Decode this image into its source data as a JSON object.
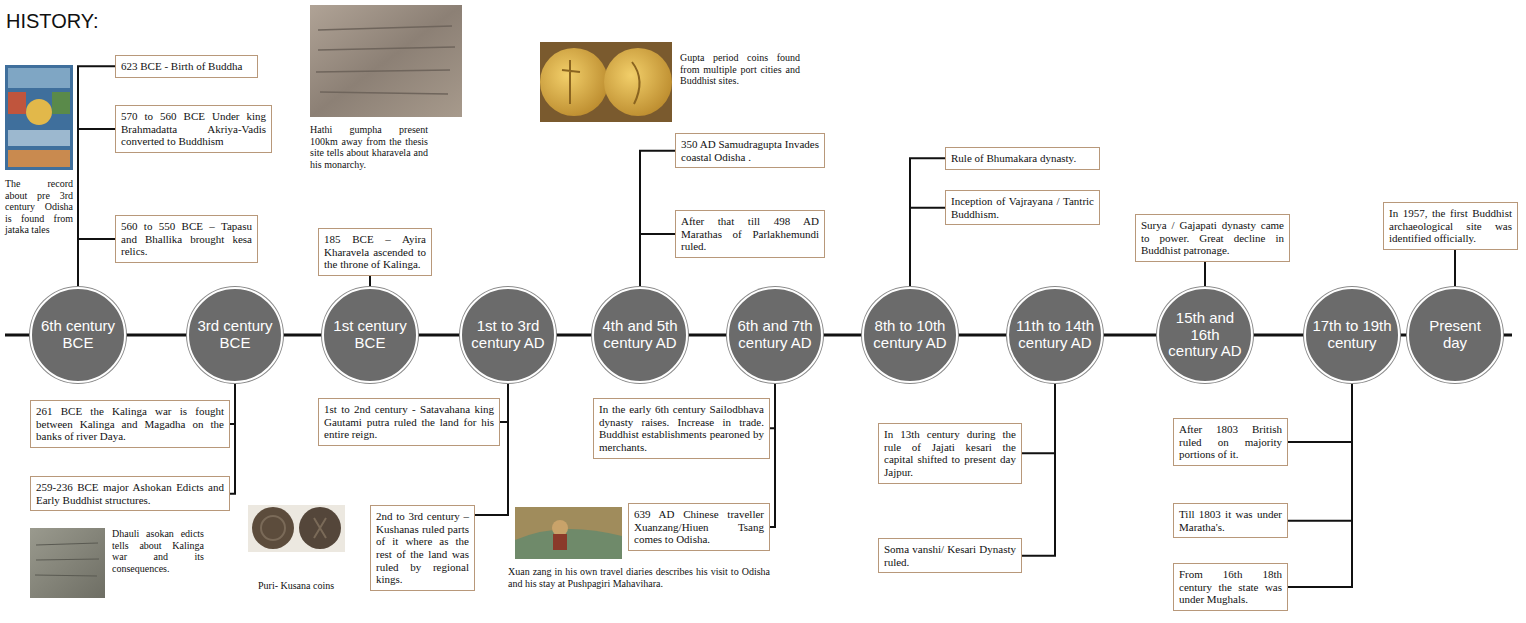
{
  "diagram": {
    "title": "HISTORY:",
    "nodes": [
      {
        "text": [
          "6th century BCE"
        ]
      },
      {
        "text": [
          "3rd century BCE"
        ]
      },
      {
        "text": [
          "1st century BCE"
        ]
      },
      {
        "text": [
          "1st to 3rd century AD"
        ]
      },
      {
        "text": [
          "4th and 5th century AD"
        ]
      },
      {
        "text": [
          "6th and 7th century AD"
        ]
      },
      {
        "text": [
          "8th to 10th century AD"
        ]
      },
      {
        "text": [
          "11th to 14th century AD"
        ]
      },
      {
        "text": [
          "15th and 16th century AD"
        ]
      },
      {
        "text": [
          "17th to 19th century"
        ]
      },
      {
        "text": [
          "Present day"
        ]
      },
      {
        "text": [
          "623 BCE - Birth of Buddha"
        ]
      },
      {
        "text": [
          "570 to 560 BCE Under king Brahmadatta Akriya-Vadis converted to Buddhism"
        ]
      },
      {
        "text": [
          "560 to 550 BCE – Tapasu and Bhallika brought kesa relics."
        ]
      },
      {
        "text": [
          "261 BCE the Kalinga war is fought between Kalinga and Magadha on the banks of river Daya."
        ]
      },
      {
        "text": [
          "259-236 BCE major Ashokan Edicts and Early Buddhist structures."
        ]
      },
      {
        "text": [
          "185 BCE – Ayira Kharavela ascended to the throne of Kalinga."
        ]
      },
      {
        "text": [
          "1st to 2nd century - Satavahana king Gautami putra ruled the land for his entire reign."
        ]
      },
      {
        "text": [
          "2nd to 3rd century – Kushanas ruled parts of it where as the rest of the land was ruled by regional kings."
        ]
      },
      {
        "text": [
          "350 AD Samudragupta Invades coastal Odisha ."
        ]
      },
      {
        "text": [
          "After that till 498 AD Marathas of Parlakhemundi ruled."
        ]
      },
      {
        "text": [
          "In the early 6th century Sailodbhava dynasty raises. Increase in trade. Buddhist establishments pearoned by merchants."
        ]
      },
      {
        "text": [
          "639 AD Chinese traveller Xuanzang/Hiuen Tsang comes to Odisha."
        ]
      },
      {
        "text": [
          "Rule of Bhumakara dynasty."
        ]
      },
      {
        "text": [
          "Inception of Vajrayana / Tantric Buddhism."
        ]
      },
      {
        "text": [
          "In 13th century during the rule of Jajati kesari the capital shifted to present day Jajpur."
        ]
      },
      {
        "text": [
          "Soma vanshi/ Kesari Dynasty ruled."
        ]
      },
      {
        "text": [
          "Surya / Gajapati dynasty came to power. Great decline in Buddhist patronage."
        ]
      },
      {
        "text": [
          "After 1803 British ruled on majority portions of it."
        ]
      },
      {
        "text": [
          "Till 1803 it was under Maratha's."
        ]
      },
      {
        "text": [
          "From 16th 18th century the state was under Mughals."
        ]
      },
      {
        "text": [
          "In 1957, the first Buddhist archaeological site was identified officially."
        ]
      }
    ],
    "edges": [
      {
        "from": 0,
        "to": 11,
        "arrow": "none"
      },
      {
        "from": 0,
        "to": 12,
        "arrow": "none"
      },
      {
        "from": 0,
        "to": 13,
        "arrow": "none"
      },
      {
        "from": 1,
        "to": 14,
        "arrow": "none"
      },
      {
        "from": 1,
        "to": 15,
        "arrow": "none"
      },
      {
        "from": 2,
        "to": 16,
        "arrow": "none"
      },
      {
        "from": 3,
        "to": 17,
        "arrow": "none"
      },
      {
        "from": 3,
        "to": 18,
        "arrow": "none"
      },
      {
        "from": 4,
        "to": 19,
        "arrow": "none"
      },
      {
        "from": 4,
        "to": 20,
        "arrow": "none"
      },
      {
        "from": 5,
        "to": 21,
        "arrow": "none"
      },
      {
        "from": 5,
        "to": 22,
        "arrow": "none"
      },
      {
        "from": 6,
        "to": 23,
        "arrow": "none"
      },
      {
        "from": 6,
        "to": 24,
        "arrow": "none"
      },
      {
        "from": 7,
        "to": 25,
        "arrow": "none"
      },
      {
        "from": 7,
        "to": 26,
        "arrow": "none"
      },
      {
        "from": 8,
        "to": 27,
        "arrow": "none"
      },
      {
        "from": 9,
        "to": 28,
        "arrow": "none"
      },
      {
        "from": 9,
        "to": 29,
        "arrow": "none"
      },
      {
        "from": 9,
        "to": 30,
        "arrow": "none"
      },
      {
        "from": 10,
        "to": 31,
        "arrow": "none"
      }
    ],
    "labels": [
      "The record about pre 3rd century Odisha is found from jataka tales",
      "Hathi gumpha present 100km away from the thesis site tells about kharavela and his monarchy.",
      "Gupta period coins found from multiple port cities and Buddhist sites.",
      "Dhauli asokan edicts tells about Kalinga war and its consequences.",
      "Puri- Kusana coins",
      "Xuan zang in his own travel diaries describes his visit to Odisha and his stay at Pushpagiri Mahavihara."
    ]
  }
}
